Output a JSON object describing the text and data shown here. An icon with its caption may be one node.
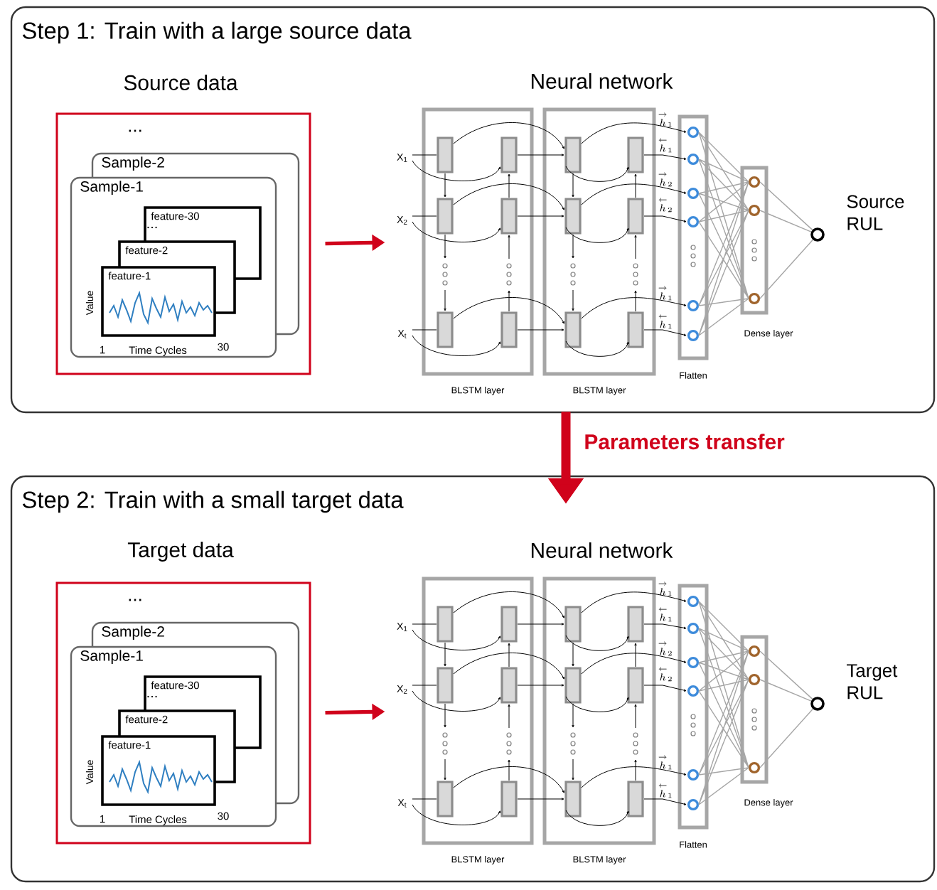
{
  "diagram": {
    "nodes": [
      {
        "text": [
          "Step 1: Train with a large source data"
        ]
      },
      {
        "text": [
          "Source data"
        ],
        "in": 0
      },
      {
        "text": [
          "Sample-2"
        ],
        "in": 1
      },
      {
        "text": [
          "Sample-1"
        ],
        "in": 1
      },
      {
        "text": [
          "feature-30"
        ]
      },
      {
        "text": [
          "feature-2"
        ]
      },
      {
        "text": [
          "feature-1"
        ]
      },
      {
        "text": [
          "BLSTM layer"
        ],
        "in": 0
      },
      {
        "text": [
          "BLSTM layer"
        ],
        "in": 0
      },
      {
        "text": [
          "Flatten"
        ],
        "in": 0
      },
      {
        "text": [
          "Dense layer"
        ],
        "in": 0
      },
      {
        "text": [],
        "shape": "circle",
        "beside": [
          "Source RUL"
        ],
        "in": 0
      },
      {
        "text": [
          "Step 2: Train with a small target data"
        ]
      },
      {
        "text": [
          "Target data"
        ],
        "in": 12
      },
      {
        "text": [
          "Sample-2"
        ],
        "in": 13
      },
      {
        "text": [
          "Sample-1"
        ],
        "in": 13
      },
      {
        "text": [
          "feature-30"
        ]
      },
      {
        "text": [
          "feature-2"
        ]
      },
      {
        "text": [
          "feature-1"
        ]
      },
      {
        "text": [
          "BLSTM layer"
        ],
        "in": 12
      },
      {
        "text": [
          "BLSTM layer"
        ],
        "in": 12
      },
      {
        "text": [
          "Flatten"
        ],
        "in": 12
      },
      {
        "text": [
          "Dense layer"
        ],
        "in": 12
      },
      {
        "text": [],
        "shape": "circle",
        "beside": [
          "Target RUL"
        ],
        "in": 12
      }
    ],
    "edges": [
      {
        "from": 1,
        "to": 7,
        "arrow": "to",
        "style": "thick",
        "color": "#d0021b"
      },
      {
        "from": 7,
        "to": 8,
        "arrow": "to"
      },
      {
        "from": 7,
        "to": 8,
        "arrow": "to"
      },
      {
        "from": 7,
        "to": 8,
        "arrow": "to"
      },
      {
        "from": 7,
        "to": 8,
        "arrow": "to"
      },
      {
        "from": 7,
        "to": 8,
        "arrow": "to"
      },
      {
        "from": 7,
        "to": 8,
        "arrow": "to"
      },
      {
        "from": 8,
        "to": 9,
        "arrow": "to"
      },
      {
        "from": 8,
        "to": 9,
        "arrow": "to"
      },
      {
        "from": 8,
        "to": 9,
        "arrow": "to"
      },
      {
        "from": 8,
        "to": 9,
        "arrow": "to"
      },
      {
        "from": 8,
        "to": 9,
        "arrow": "to"
      },
      {
        "from": 8,
        "to": 9,
        "arrow": "to"
      },
      {
        "from": 9,
        "to": 10,
        "arrow": "none",
        "color": "#a6a6a6"
      },
      {
        "from": 10,
        "to": 11,
        "arrow": "none",
        "color": "#a6a6a6"
      },
      {
        "from": 0,
        "to": 12,
        "arrow": "to",
        "style": "thick",
        "color": "#d0021b",
        "label": "Parameters transfer"
      },
      {
        "from": 13,
        "to": 19,
        "arrow": "to",
        "style": "thick",
        "color": "#d0021b"
      },
      {
        "from": 19,
        "to": 20,
        "arrow": "to"
      },
      {
        "from": 19,
        "to": 20,
        "arrow": "to"
      },
      {
        "from": 19,
        "to": 20,
        "arrow": "to"
      },
      {
        "from": 19,
        "to": 20,
        "arrow": "to"
      },
      {
        "from": 19,
        "to": 20,
        "arrow": "to"
      },
      {
        "from": 19,
        "to": 20,
        "arrow": "to"
      },
      {
        "from": 20,
        "to": 21,
        "arrow": "to"
      },
      {
        "from": 20,
        "to": 21,
        "arrow": "to"
      },
      {
        "from": 20,
        "to": 21,
        "arrow": "to"
      },
      {
        "from": 20,
        "to": 21,
        "arrow": "to"
      },
      {
        "from": 20,
        "to": 21,
        "arrow": "to"
      },
      {
        "from": 20,
        "to": 21,
        "arrow": "to"
      },
      {
        "from": 21,
        "to": 22,
        "arrow": "none",
        "color": "#a6a6a6"
      },
      {
        "from": 22,
        "to": 23,
        "arrow": "none",
        "color": "#a6a6a6"
      }
    ],
    "labels": [
      "...",
      "...",
      "Value",
      "1",
      "Time Cycles",
      "30",
      "Neural network",
      "X$_{1}$",
      "X$_{2}$",
      "X$_{t}$",
      "\\stackrel{\\rightarrow}{h}_{1}",
      "\\stackrel{\\leftarrow}{h}_{1}",
      "\\stackrel{\\rightarrow}{h}_{2}",
      "\\stackrel{\\leftarrow}{h}_{2}",
      "\\stackrel{\\rightarrow}{h}_{1}",
      "\\stackrel{\\leftarrow}{h}_{1}",
      "...",
      "...",
      "Value",
      "1",
      "Time Cycles",
      "30",
      "Neural network",
      "X$_{1}$",
      "X$_{2}$",
      "X$_{t}$",
      "\\stackrel{\\rightarrow}{h}_{1}",
      "\\stackrel{\\leftarrow}{h}_{1}",
      "\\stackrel{\\rightarrow}{h}_{2}",
      "\\stackrel{\\leftarrow}{h}_{2}",
      "\\stackrel{\\rightarrow}{h}_{1}",
      "\\stackrel{\\leftarrow}{h}_{1}"
    ]
  }
}
